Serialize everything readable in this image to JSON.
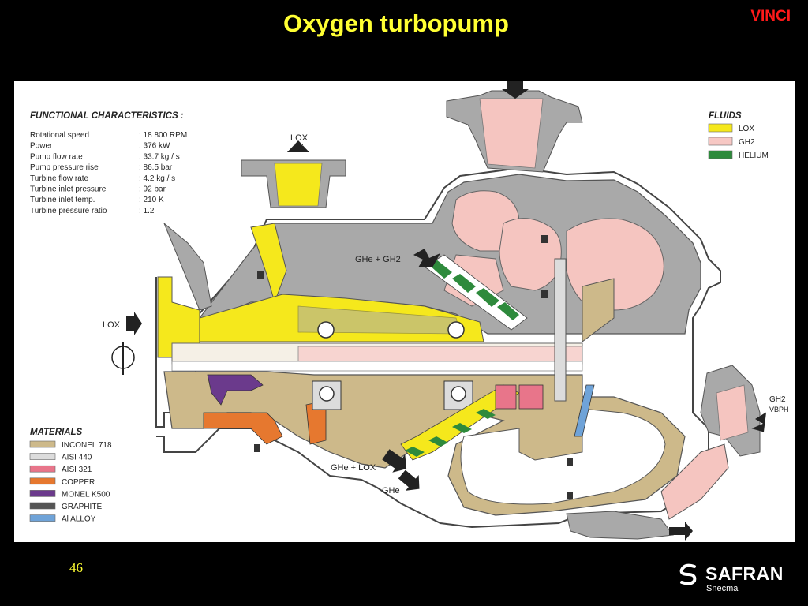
{
  "slide": {
    "title": "Oxygen turbopump",
    "tag": "VINCI",
    "page_number": "46",
    "logo": {
      "name": "SAFRAN",
      "sub": "Snecma"
    }
  },
  "functional": {
    "heading": "FUNCTIONAL CHARACTERISTICS :",
    "rows": [
      {
        "label": "Rotational speed",
        "value": ": 18 800 RPM"
      },
      {
        "label": "Power",
        "value": ": 376 kW"
      },
      {
        "label": "Pump flow rate",
        "value": ": 33.7 kg / s"
      },
      {
        "label": "Pump pressure rise",
        "value": ": 86.5 bar"
      },
      {
        "label": "Turbine flow rate",
        "value": ": 4.2 kg / s"
      },
      {
        "label": "Turbine inlet pressure",
        "value": ": 92 bar"
      },
      {
        "label": "Turbine inlet temp.",
        "value": ": 210 K"
      },
      {
        "label": "Turbine pressure ratio",
        "value": ": 1.2"
      }
    ]
  },
  "fluids": {
    "heading": "FLUIDS",
    "items": [
      {
        "label": "LOX",
        "color": "#f5e81c"
      },
      {
        "label": "GH2",
        "color": "#f7c8c4"
      },
      {
        "label": "HELIUM",
        "color": "#2e8a3c"
      }
    ]
  },
  "materials": {
    "heading": "MATERIALS",
    "items": [
      {
        "label": "INCONEL 718",
        "color": "#cdb98a"
      },
      {
        "label": "AISI 440",
        "color": "#dcdcdc"
      },
      {
        "label": "AISI 321",
        "color": "#e8758a"
      },
      {
        "label": "COPPER",
        "color": "#e6782f"
      },
      {
        "label": "MONEL K500",
        "color": "#6b3a8c"
      },
      {
        "label": "GRAPHITE",
        "color": "#555555"
      },
      {
        "label": "Al ALLOY",
        "color": "#6fa3d8"
      }
    ]
  },
  "labels": {
    "lox_top": "LOX",
    "lox_inlet": "LOX",
    "ghe_gh2": "GHe + GH2",
    "ghe_lox": "GHe + LOX",
    "ghe": "GHe",
    "gh2": "GH2",
    "vbph": "VBPH"
  }
}
